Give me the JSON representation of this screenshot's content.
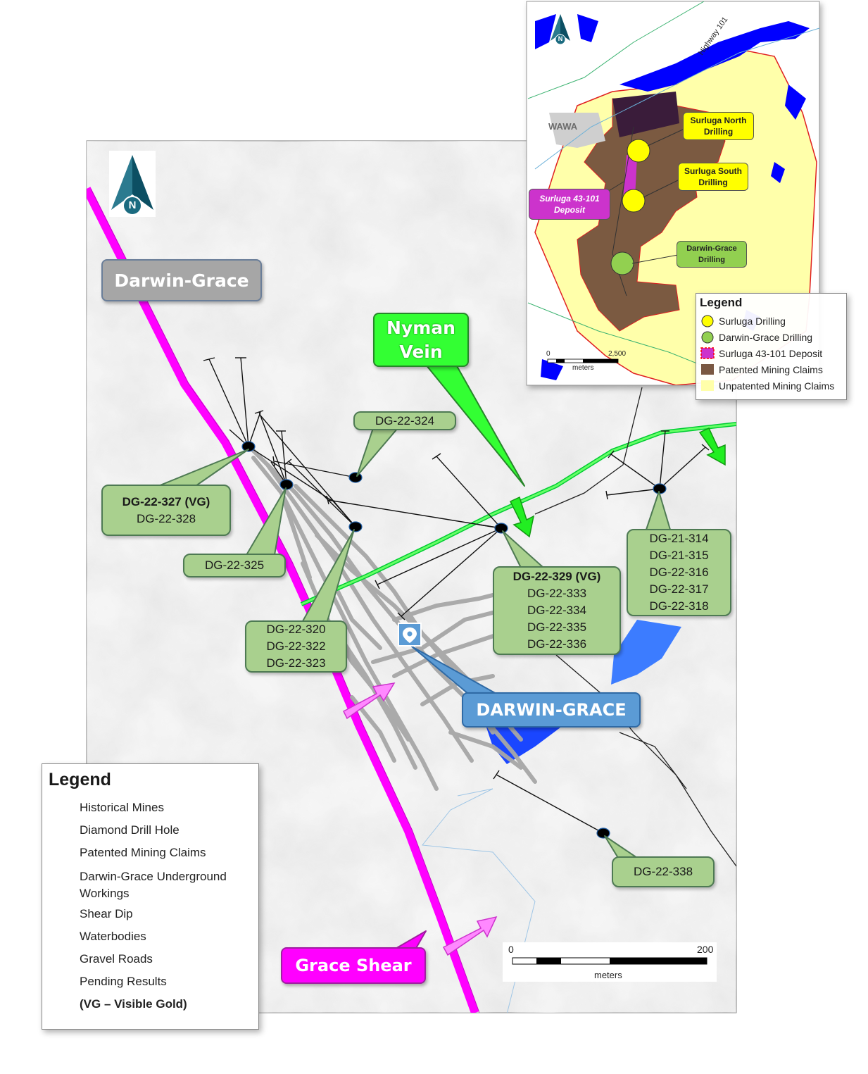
{
  "map_title": "Darwin-Grace",
  "features": {
    "nyman_vein": [
      "Nyman",
      "Vein"
    ],
    "grace_shear": "Grace Shear",
    "darwin_grace_mine": "DARWIN-GRACE"
  },
  "drill_labels": {
    "dg_327": {
      "bold": "DG-22-327 (VG)",
      "lines": [
        "DG-22-328"
      ]
    },
    "dg_324": {
      "lines": [
        "DG-22-324"
      ]
    },
    "dg_325": {
      "lines": [
        "DG-22-325"
      ]
    },
    "dg_320": {
      "lines": [
        "DG-22-320",
        "DG-22-322",
        "DG-22-323"
      ]
    },
    "dg_329": {
      "bold": "DG-22-329 (VG)",
      "lines": [
        "DG-22-333",
        "DG-22-334",
        "DG-22-335",
        "DG-22-336"
      ]
    },
    "dg_314": {
      "lines": [
        "DG-21-314",
        "DG-21-315",
        "DG-22-316",
        "DG-22-317",
        "DG-22-318"
      ]
    },
    "dg_338": {
      "lines": [
        "DG-22-338"
      ]
    }
  },
  "compass": "N",
  "scale_bar": {
    "start": "0",
    "end": "200",
    "unit": "meters"
  },
  "legend": {
    "title": "Legend",
    "items": [
      {
        "label": "Historical Mines",
        "icon": "historical-mine-icon"
      },
      {
        "label": "Diamond Drill Hole",
        "icon": "drill-hole-icon"
      },
      {
        "label": "Patented Mining Claims",
        "icon": "patented-claim-swatch",
        "color": "#7a5841"
      },
      {
        "label": "Darwin-Grace Underground Workings",
        "icon": "underground-workings-swatch",
        "color": "#a39589"
      },
      {
        "label": "Shear Dip",
        "icon": "shear-dip-arrow-icon"
      },
      {
        "label": "Waterbodies",
        "icon": "waterbody-swatch",
        "color": "#0000ff"
      },
      {
        "label": "Gravel Roads",
        "icon": "gravel-road-line"
      },
      {
        "label": "Pending Results",
        "icon": "pending-results-callout-icon",
        "color": "#a9d08e"
      }
    ],
    "note": "(VG – Visible Gold)"
  },
  "inset": {
    "compass": "N",
    "town": "WAWA",
    "highway": "Highway 101",
    "labels": {
      "north": [
        "Surluga North",
        "Drilling"
      ],
      "south": [
        "Surluga South",
        "Drilling"
      ],
      "deposit": [
        "Surluga 43-101",
        "Deposit"
      ],
      "darwin": [
        "Darwin-Grace",
        "Drilling"
      ]
    },
    "scale_bar": {
      "start": "0",
      "end": "2,500",
      "unit": "meters"
    },
    "legend": {
      "title": "Legend",
      "items": [
        {
          "label": "Surluga Drilling",
          "color": "#ffff00"
        },
        {
          "label": "Darwin-Grace Drilling",
          "color": "#92d050"
        },
        {
          "label": "Surluga 43-101 Deposit",
          "color": "#cc33cc"
        },
        {
          "label": "Patented Mining Claims",
          "color": "#7a5841"
        },
        {
          "label": "Unpatented Mining Claims",
          "color": "#ffffaa"
        }
      ]
    }
  },
  "colors": {
    "label_fill": "#a9d08e",
    "nyman_green": "#33ff33",
    "grace_magenta": "#ff00ff",
    "mine_blue": "#5b9bd5",
    "water": "#0000ff"
  }
}
